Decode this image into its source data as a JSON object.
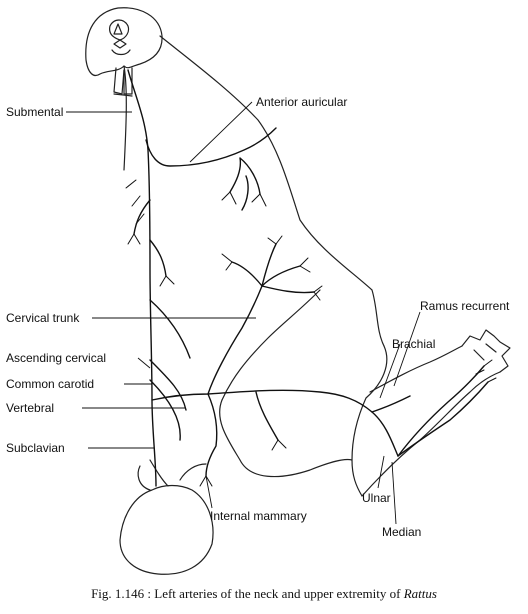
{
  "figure": {
    "labels": {
      "submental": "Submental",
      "anterior_auricular": "Anterior auricular",
      "cervical_trunk": "Cervical trunk",
      "ascending_cervical": "Ascending cervical",
      "common_carotid": "Common carotid",
      "vertebral": "Vertebral",
      "subclavian": "Subclavian",
      "internal_mammary": "Internal mammary",
      "ramus_recurrent": "Ramus recurrent",
      "brachial": "Brachial",
      "ulnar": "Ulnar",
      "median": "Median"
    },
    "caption": {
      "prefix": "Fig. 1.146 : Left arteries of the neck and upper extremity of ",
      "genus": "Rattus"
    }
  }
}
